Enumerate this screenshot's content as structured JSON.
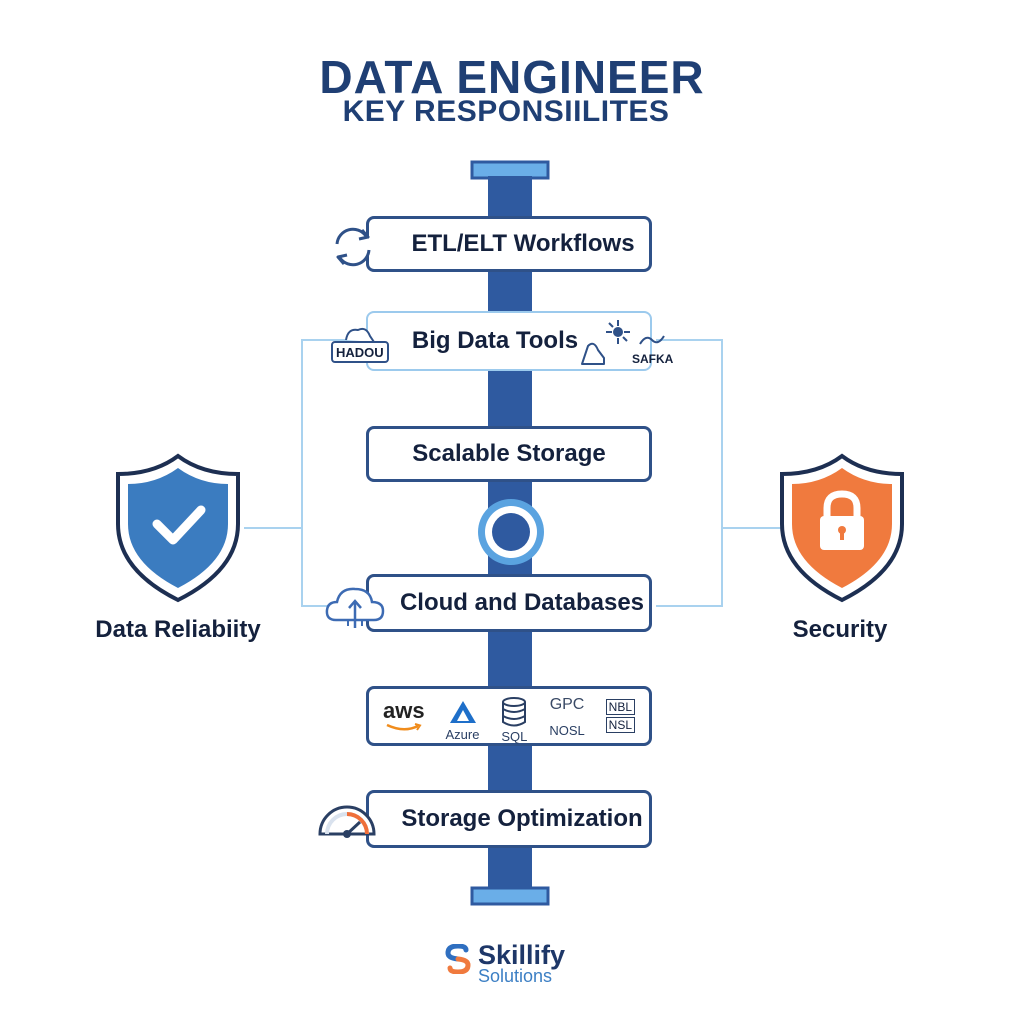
{
  "header": {
    "title": "DATA ENGINEER",
    "subtitle": "KEY RESPONSIILITES"
  },
  "steps": [
    {
      "label": "ETL/ELT Workflows",
      "icon": "refresh-icon"
    },
    {
      "label": "Big Data Tools",
      "icon": "hadoop-icon",
      "icon_labels": [
        "HADOU",
        "SAFKA"
      ]
    },
    {
      "label": "Scalable Storage"
    },
    {
      "label": "Cloud and Databases",
      "icon": "cloud-upload-icon"
    },
    {
      "label": "Storage Optimization",
      "icon": "gauge-icon"
    }
  ],
  "cloud_logos": [
    {
      "name": "aws",
      "icon": "aws-logo-icon"
    },
    {
      "name": "Azure",
      "icon": "azure-logo-icon"
    },
    {
      "name": "SQL",
      "icon": "database-icon"
    },
    {
      "name": "GPC",
      "caption": "NOSL"
    },
    {
      "name": "NBL",
      "caption": "NSL",
      "icon": "nosql-icon"
    }
  ],
  "side": {
    "left": {
      "label": "Data Reliabiity",
      "icon": "shield-check-icon",
      "color": "#3b7cc0"
    },
    "right": {
      "label": "Security",
      "icon": "shield-lock-icon",
      "color": "#f07a3e"
    }
  },
  "brand": {
    "name": "Skillify",
    "tagline": "Solutions"
  },
  "colors": {
    "spine": "#2f5aa0",
    "spine_cap": "#6aaee8",
    "box_border": "#2f5188",
    "title": "#1f3f74"
  }
}
